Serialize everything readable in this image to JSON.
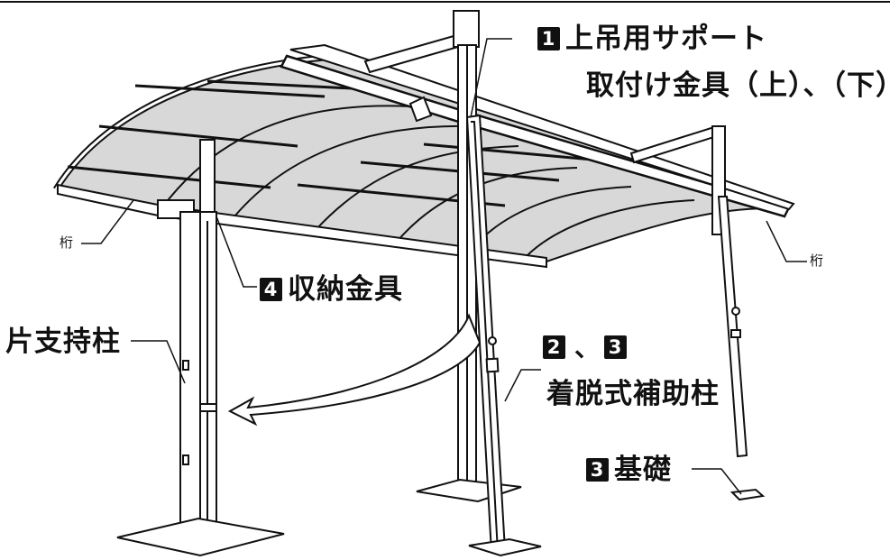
{
  "labels": {
    "support": {
      "badge": "1",
      "line1": "上吊用サポート",
      "line2": "取付け金具（上）、（下）"
    },
    "storage": {
      "badge": "4",
      "text": "収納金具"
    },
    "single_post": {
      "text": "片支持柱"
    },
    "aux_post": {
      "badge_a": "2",
      "sep": "、",
      "badge_b": "3",
      "text": "着脱式補助柱"
    },
    "foundation": {
      "badge": "3",
      "text": "基礎"
    },
    "beam_left": {
      "text": "桁"
    },
    "beam_right": {
      "text": "桁"
    }
  },
  "colors": {
    "ink": "#111111",
    "panel": "#d9d9d9",
    "background": "#ffffff"
  }
}
